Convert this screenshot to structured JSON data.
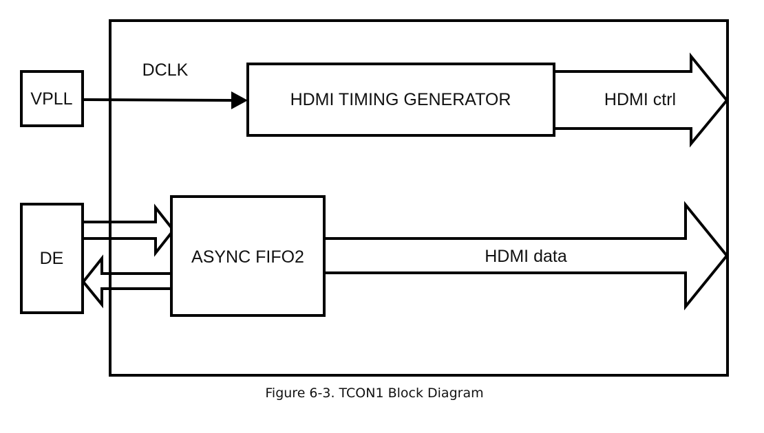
{
  "diagram": {
    "blocks": {
      "vpll": "VPLL",
      "de": "DE",
      "timing_generator": "HDMI TIMING GENERATOR",
      "async_fifo": "ASYNC FIFO2"
    },
    "signals": {
      "dclk": "DCLK",
      "hdmi_ctrl": "HDMI ctrl",
      "hdmi_data": "HDMI data"
    },
    "edges": [
      {
        "from": "VPLL",
        "to": "HDMI TIMING GENERATOR",
        "label": "DCLK",
        "type": "line-arrow"
      },
      {
        "from": "HDMI TIMING GENERATOR",
        "to": "output",
        "label": "HDMI ctrl",
        "type": "bus-arrow"
      },
      {
        "from": "DE",
        "to": "ASYNC FIFO2",
        "label": "",
        "type": "bus-arrow"
      },
      {
        "from": "ASYNC FIFO2",
        "to": "DE",
        "label": "",
        "type": "bus-arrow"
      },
      {
        "from": "ASYNC FIFO2",
        "to": "output",
        "label": "HDMI data",
        "type": "bus-arrow"
      }
    ]
  },
  "caption": "Figure 6-3. TCON1 Block Diagram"
}
